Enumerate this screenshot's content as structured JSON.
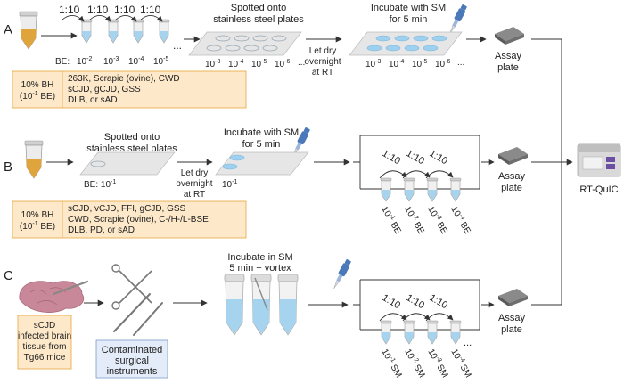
{
  "panels": {
    "a": {
      "letter": "A",
      "dilution_labels": [
        "1:10",
        "1:10",
        "1:10",
        "1:10"
      ],
      "be_label": "BE:",
      "tube_exponents": [
        "-2",
        "-3",
        "-4",
        "-5"
      ],
      "ellipsis": "...",
      "step1_line1": "Spotted onto",
      "step1_line2": "stainless steel plates",
      "plate1_labels": [
        "10",
        "10",
        "10",
        "10"
      ],
      "plate1_exps": [
        "-3",
        "-4",
        "-5",
        "-6"
      ],
      "dry_line1": "Let dry",
      "dry_line2": "overnight",
      "dry_line3": "at RT",
      "step2_line1": "Incubate with SM",
      "step2_line2": "for 5 min",
      "plate2_labels": [
        "10",
        "10",
        "10",
        "10"
      ],
      "plate2_exps": [
        "-3",
        "-4",
        "-5",
        "-6"
      ],
      "assay_line1": "Assay",
      "assay_line2": "plate",
      "box_left_line1": "10% BH",
      "box_left_line2": "(10",
      "box_left_exp": "-1",
      "box_left_line2_end": " BE)",
      "box_right_lines": [
        "263K, Scrapie (ovine), CWD",
        "sCJD, gCJD, GSS",
        "DLB, or sAD"
      ]
    },
    "b": {
      "letter": "B",
      "step1_line1": "Spotted onto",
      "step1_line2": "stainless steel plates",
      "be_label": "BE: 10",
      "be_exp": "-1",
      "dry_line1": "Let dry",
      "dry_line2": "overnight",
      "dry_line3": "at RT",
      "step2_line1": "Incubate with SM",
      "step2_line2": "for 5 min",
      "plate2_label": "10",
      "plate2_exp": "-1",
      "dilution_labels": [
        "1:10",
        "1:10",
        "1:10"
      ],
      "tube_labels": [
        "10",
        "10",
        "10",
        "10"
      ],
      "tube_exps": [
        "-1",
        "-2",
        "-3",
        "-4"
      ],
      "tube_suffix": " BE",
      "assay_line1": "Assay",
      "assay_line2": "plate",
      "box_left_line1": "10% BH",
      "box_left_line2": "(10",
      "box_left_exp": "-1",
      "box_left_line2_end": " BE)",
      "box_right_lines": [
        "sCJD, vCJD, FFI, gCJD, GSS",
        "CWD, Scrapie (ovine), C-/H-/L-BSE",
        "DLB, PD, or sAD"
      ]
    },
    "c": {
      "letter": "C",
      "brain_box_lines": [
        "sCJD",
        "infected brain",
        "tissue from",
        "Tg66 mice"
      ],
      "instruments_lines": [
        "Contaminated",
        "surgical",
        "instruments"
      ],
      "step1_line1": "Incubate in SM",
      "step1_line2": "5 min + vortex",
      "dilution_labels": [
        "1:10",
        "1:10",
        "1:10"
      ],
      "tube_labels": [
        "10",
        "10",
        "10",
        "10"
      ],
      "tube_exps": [
        "-1",
        "-2",
        "-3",
        "-4"
      ],
      "tube_suffix": " SM",
      "ellipsis": "...",
      "assay_line1": "Assay",
      "assay_line2": "plate"
    },
    "final_label": "RT-QuIC"
  },
  "colors": {
    "box_fill": "#fde9c9",
    "box_stroke": "#e8a33c",
    "instr_fill": "#e3ecf8",
    "instr_stroke": "#7b9cc8",
    "liquid": "#a6d3ee",
    "tube_body": "#d8d8d8",
    "amber": "#e0a43c",
    "plate": "#e6e6e6",
    "spot": "#c9d9e6",
    "spot_wet": "#9ed0ef",
    "brain": "#c9889a",
    "pipette": "#4a78b8"
  }
}
